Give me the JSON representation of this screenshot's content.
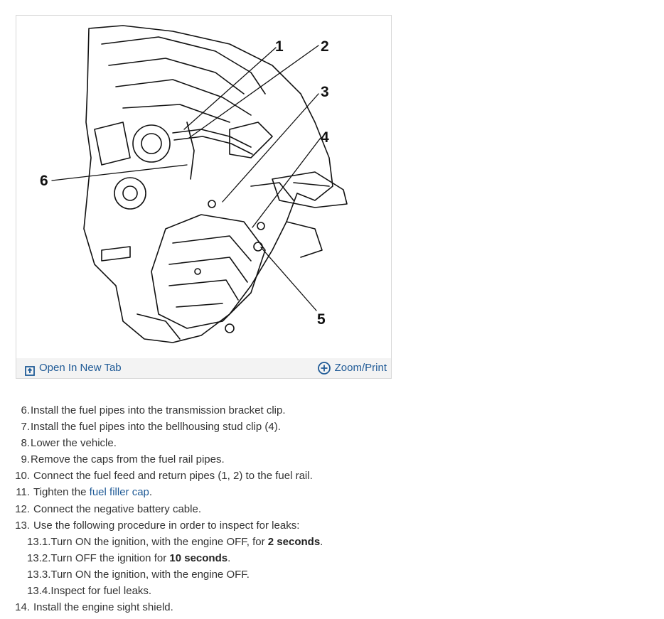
{
  "figure": {
    "callouts": [
      "1",
      "2",
      "3",
      "4",
      "5",
      "6"
    ],
    "open_tab_label": "Open In New Tab",
    "zoom_label": "Zoom/Print",
    "open_icon": "open-in-new-tab-icon",
    "zoom_icon": "zoom-plus-icon"
  },
  "steps": [
    {
      "num": "6.",
      "text": "Install the fuel pipes into the transmission bracket clip."
    },
    {
      "num": "7.",
      "text": "Install the fuel pipes into the bellhousing stud clip (4)."
    },
    {
      "num": "8.",
      "text": "Lower the vehicle."
    },
    {
      "num": "9.",
      "text": "Remove the caps from the fuel rail pipes."
    },
    {
      "num": "10.",
      "text": "Connect the fuel feed and return pipes (1, 2) to the fuel rail."
    },
    {
      "num": "11.",
      "pre": "Tighten the ",
      "link": "fuel filler cap",
      "post": "."
    },
    {
      "num": "12.",
      "text": "Connect the negative battery cable."
    },
    {
      "num": "13.",
      "text": "Use the following procedure in order to inspect for leaks:"
    }
  ],
  "substeps": [
    {
      "pre": "13.1.Turn ON the ignition, with the engine OFF, for ",
      "bold": "2 seconds",
      "post": "."
    },
    {
      "pre": "13.2.Turn OFF the ignition for ",
      "bold": "10 seconds",
      "post": "."
    },
    {
      "pre": "13.3.Turn ON the ignition, with the engine OFF.",
      "bold": "",
      "post": ""
    },
    {
      "pre": "13.4.Inspect for fuel leaks.",
      "bold": "",
      "post": ""
    }
  ],
  "final_step": {
    "num": "14.",
    "text": "Install the engine sight shield."
  },
  "colors": {
    "link": "#1f5a96",
    "bar_bg": "#f3f3f3",
    "border": "#d7d7d7"
  }
}
